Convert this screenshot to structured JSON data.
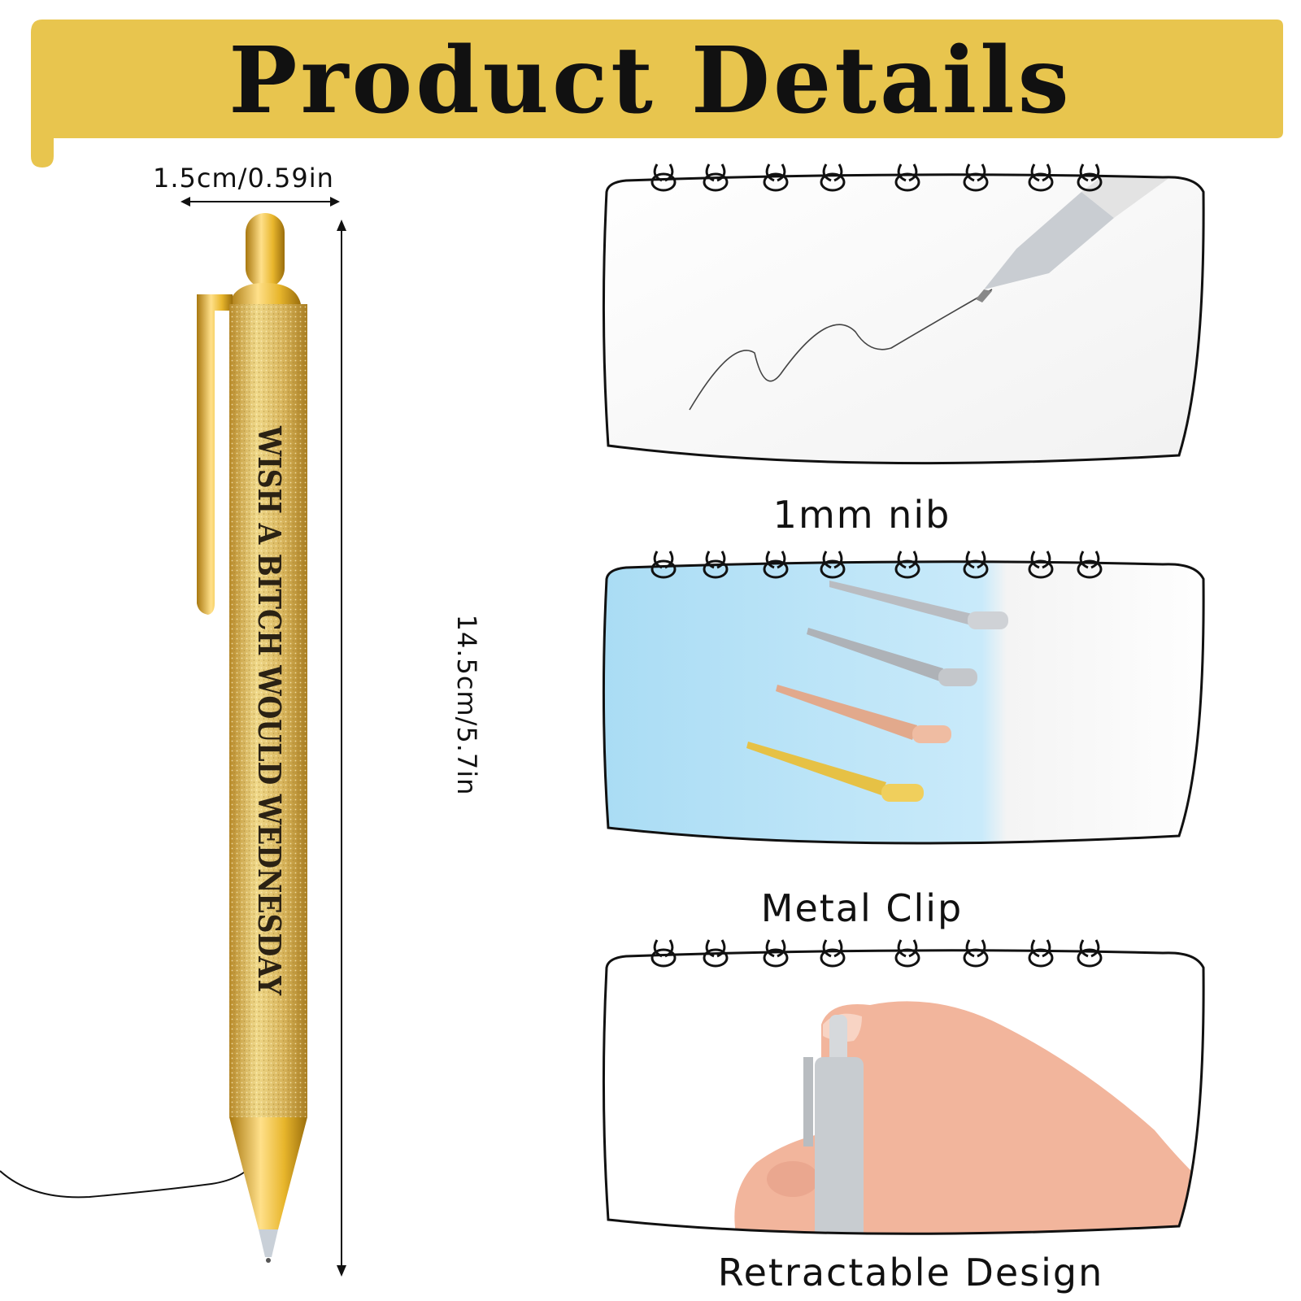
{
  "header": {
    "title": "Product Details"
  },
  "dimensions": {
    "width_label": "1.5cm/0.59in",
    "height_label": "14.5cm/5.7in"
  },
  "pen": {
    "engraving": "WISH A BITCH WOULD WEDNESDAY"
  },
  "features": [
    {
      "caption": "1mm nib"
    },
    {
      "caption": "Metal Clip"
    },
    {
      "caption": "Retractable Design"
    }
  ],
  "colors": {
    "banner": "#e8c54e",
    "gold": "#d9b13b",
    "accent_dark": "#111111"
  }
}
